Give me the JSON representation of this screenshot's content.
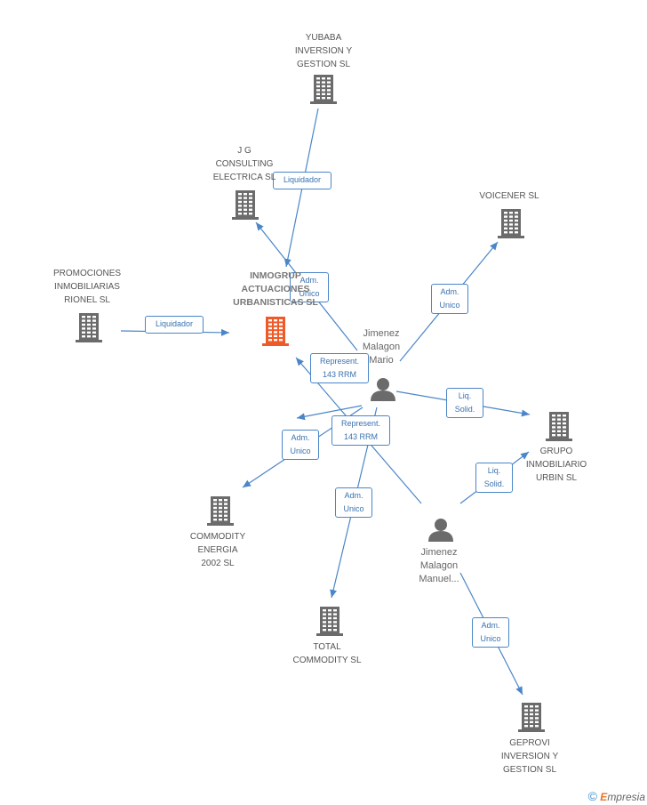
{
  "nodes": [
    {
      "id": "yubaba",
      "label": "YUBABA\nINVERSION Y\nGESTION SL",
      "type": "company",
      "main": false
    },
    {
      "id": "jg",
      "label": "J G\nCONSULTING\nELECTRICA SL",
      "type": "company",
      "main": false
    },
    {
      "id": "voicener",
      "label": "VOICENER SL",
      "type": "company",
      "main": false
    },
    {
      "id": "promociones",
      "label": "PROMOCIONES\nINMOBILIARIAS\nRIONEL SL",
      "type": "company",
      "main": false
    },
    {
      "id": "inmogrup",
      "label": "INMOGRUP\nACTUACIONES\nURBANISTICAS SL",
      "type": "company",
      "main": true
    },
    {
      "id": "mario",
      "label": "Jimenez\nMalagon\nMario",
      "type": "person",
      "main": false
    },
    {
      "id": "grupo",
      "label": "GRUPO\nINMOBILIARIO\nURBIN SL",
      "type": "company",
      "main": false
    },
    {
      "id": "commodity_energia",
      "label": "COMMODITY\nENERGIA\n2002 SL",
      "type": "company",
      "main": false
    },
    {
      "id": "manuel",
      "label": "Jimenez\nMalagon\nManuel...",
      "type": "person",
      "main": false
    },
    {
      "id": "total",
      "label": "TOTAL\nCOMMODITY SL",
      "type": "company",
      "main": false
    },
    {
      "id": "geprovi",
      "label": "GEPROVI\nINVERSION Y\nGESTION SL",
      "type": "company",
      "main": false
    }
  ],
  "edges": [
    {
      "id": "e1",
      "label": "Liquidador",
      "from": "yubaba",
      "to": "inmogrup"
    },
    {
      "id": "e2",
      "label": "Adm.\nUnico",
      "from": "mario",
      "to": "jg"
    },
    {
      "id": "e3",
      "label": "Adm.\nUnico",
      "from": "mario",
      "to": "voicener"
    },
    {
      "id": "e4",
      "label": "Liquidador",
      "from": "promociones",
      "to": "inmogrup"
    },
    {
      "id": "e5",
      "label": "Represent.\n143 RRM",
      "from": "manuel",
      "to": "inmogrup"
    },
    {
      "id": "e6",
      "label": "Liq.\nSolid.",
      "from": "mario",
      "to": "grupo"
    },
    {
      "id": "e7",
      "label": "Represent.\n143 RRM",
      "from": "mario",
      "to": "inmogrup"
    },
    {
      "id": "e8",
      "label": "Adm.\nUnico",
      "from": "mario",
      "to": "commodity_energia"
    },
    {
      "id": "e9",
      "label": "Adm.\nUnico",
      "from": "mario",
      "to": "total"
    },
    {
      "id": "e10",
      "label": "Liq.\nSolid.",
      "from": "manuel",
      "to": "grupo"
    },
    {
      "id": "e11",
      "label": "Adm.\nUnico",
      "from": "manuel",
      "to": "geprovi"
    }
  ],
  "colors": {
    "edge": "#4a86c8",
    "company": "#6b6b6b",
    "main_company": "#f05a28",
    "person": "#6b6b6b"
  },
  "footer": {
    "copyright": "©",
    "brand_e": "E",
    "brand_rest": "mpresia"
  }
}
